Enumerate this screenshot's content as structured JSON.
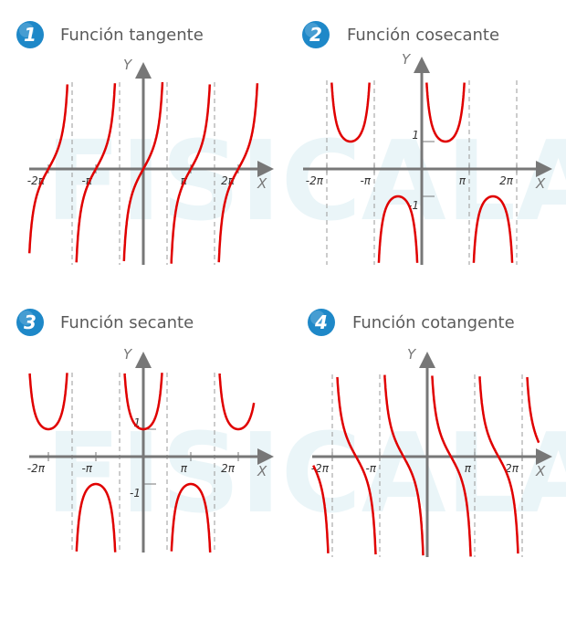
{
  "watermark": "FISICALAB",
  "colors": {
    "curve": "#e00000",
    "axis": "#777777",
    "badge": "#1e88c8",
    "asymptote": "#999999"
  },
  "panels": [
    {
      "number": "1",
      "title": "Función tangente",
      "function": "tan",
      "x_label": "X",
      "y_label": "Y",
      "ticks": [
        "-2π",
        "-π",
        "π",
        "2π"
      ],
      "y_ticks": []
    },
    {
      "number": "2",
      "title": "Función cosecante",
      "function": "csc",
      "x_label": "X",
      "y_label": "Y",
      "ticks": [
        "-2π",
        "-π",
        "π",
        "2π"
      ],
      "y_ticks": [
        "1",
        "-1"
      ]
    },
    {
      "number": "3",
      "title": "Función secante",
      "function": "sec",
      "x_label": "X",
      "y_label": "Y",
      "ticks": [
        "-2π",
        "-π",
        "π",
        "2π"
      ],
      "y_ticks": [
        "1",
        "-1"
      ]
    },
    {
      "number": "4",
      "title": "Función cotangente",
      "function": "cot",
      "x_label": "X",
      "y_label": "Y",
      "ticks": [
        "-2π",
        "-π",
        "π",
        "2π"
      ],
      "y_ticks": []
    }
  ]
}
